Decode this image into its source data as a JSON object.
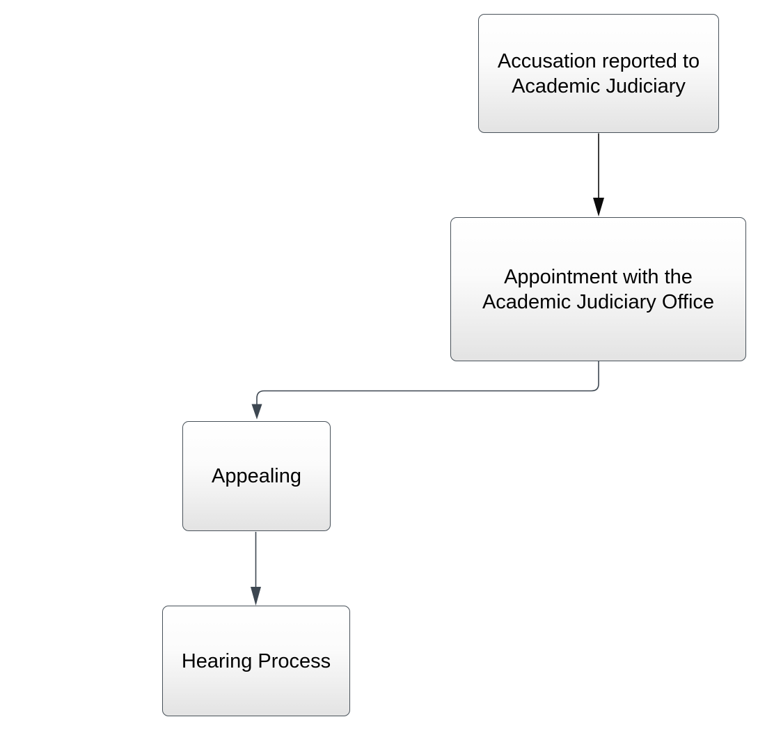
{
  "diagram": {
    "type": "flowchart",
    "background": "#ffffff",
    "nodes": [
      {
        "id": "accusation-reported",
        "label": "Accusation reported to\nAcademic Judiciary"
      },
      {
        "id": "appointment-office",
        "label": "Appointment with the\nAcademic Judiciary Office"
      },
      {
        "id": "appealing",
        "label": "Appealing"
      },
      {
        "id": "hearing-process",
        "label": "Hearing Process"
      }
    ],
    "edges": [
      {
        "from": "accusation-reported",
        "to": "appointment-office",
        "shape": "straight-down",
        "color": "#0b0b0b"
      },
      {
        "from": "appointment-office",
        "to": "appealing",
        "shape": "elbow-left-down",
        "color": "#3d4751"
      },
      {
        "from": "appealing",
        "to": "hearing-process",
        "shape": "straight-down",
        "color": "#3d4751"
      }
    ],
    "colors": {
      "node_border": "#485159",
      "node_fill_top": "#ffffff",
      "node_fill_bottom": "#e3e3e3",
      "text": "#000000"
    }
  }
}
